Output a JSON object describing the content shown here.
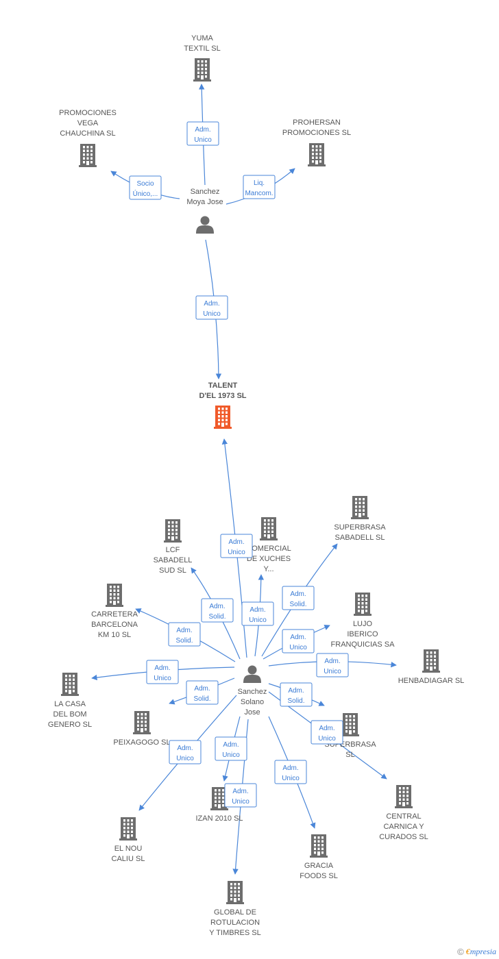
{
  "colors": {
    "company": "#6d6d6d",
    "focus": "#f05a2a",
    "person": "#6d6d6d",
    "edge": "#4a86d8",
    "edge_label": "#3a7bd5"
  },
  "nodes": [
    {
      "id": "yuma",
      "type": "company",
      "lines": [
        "YUMA",
        "TEXTIL SL"
      ]
    },
    {
      "id": "promociones_vega",
      "type": "company",
      "lines": [
        "PROMOCIONES",
        "VEGA",
        "CHAUCHINA SL"
      ]
    },
    {
      "id": "prohersan",
      "type": "company",
      "lines": [
        "PROHERSAN",
        "PROMOCIONES SL"
      ]
    },
    {
      "id": "sanchez_moya",
      "type": "person",
      "lines": [
        "Sanchez",
        "Moya Jose"
      ]
    },
    {
      "id": "talent",
      "type": "focus",
      "lines": [
        "TALENT",
        "D'EL 1973 SL"
      ]
    },
    {
      "id": "lcf",
      "type": "company",
      "lines": [
        "LCF",
        "SABADELL",
        "SUD SL"
      ]
    },
    {
      "id": "comercial",
      "type": "company",
      "lines": [
        "COMERCIAL",
        "DE XUCHES",
        "Y..."
      ]
    },
    {
      "id": "superbrasa_sabadell",
      "type": "company",
      "lines": [
        "SUPERBRASA",
        "SABADELL SL"
      ]
    },
    {
      "id": "carretera",
      "type": "company",
      "lines": [
        "CARRETERA",
        "BARCELONA",
        "KM 10 SL"
      ]
    },
    {
      "id": "lujo",
      "type": "company",
      "lines": [
        "LUJO",
        "IBERICO",
        "FRANQUICIAS SA"
      ]
    },
    {
      "id": "henbadiagar",
      "type": "company",
      "lines": [
        "HENBADIAGAR SL"
      ]
    },
    {
      "id": "la_casa",
      "type": "company",
      "lines": [
        "LA CASA",
        "DEL BOM",
        "GENERO SL"
      ]
    },
    {
      "id": "sanchez_solano",
      "type": "person",
      "lines": [
        "Sanchez",
        "Solano",
        "Jose"
      ]
    },
    {
      "id": "peixagogo",
      "type": "company",
      "lines": [
        "PEIXAGOGO SL"
      ]
    },
    {
      "id": "superbrasa",
      "type": "company",
      "lines": [
        "SUPERBRASA",
        "SL"
      ]
    },
    {
      "id": "central",
      "type": "company",
      "lines": [
        "CENTRAL",
        "CARNICA Y",
        "CURADOS SL"
      ]
    },
    {
      "id": "izan",
      "type": "company",
      "lines": [
        "IZAN 2010 SL"
      ]
    },
    {
      "id": "el_nou",
      "type": "company",
      "lines": [
        "EL NOU",
        "CALIU SL"
      ]
    },
    {
      "id": "gracia",
      "type": "company",
      "lines": [
        "GRACIA",
        "FOODS SL"
      ]
    },
    {
      "id": "global",
      "type": "company",
      "lines": [
        "GLOBAL DE",
        "ROTULACION",
        "Y TIMBRES SL"
      ]
    }
  ],
  "edges": [
    {
      "from": "sanchez_moya",
      "to": "yuma",
      "label": [
        "Adm.",
        "Unico"
      ]
    },
    {
      "from": "sanchez_moya",
      "to": "promociones_vega",
      "label": [
        "Socio",
        "Único,..."
      ]
    },
    {
      "from": "sanchez_moya",
      "to": "prohersan",
      "label": [
        "Liq.",
        "Mancom."
      ]
    },
    {
      "from": "sanchez_moya",
      "to": "talent",
      "label": [
        "Adm.",
        "Unico"
      ]
    },
    {
      "from": "sanchez_solano",
      "to": "talent",
      "label": [
        "Adm.",
        "Unico"
      ]
    },
    {
      "from": "sanchez_solano",
      "to": "lcf",
      "label": [
        "Adm.",
        "Solid."
      ]
    },
    {
      "from": "sanchez_solano",
      "to": "comercial",
      "label": [
        "Adm.",
        "Unico"
      ]
    },
    {
      "from": "sanchez_solano",
      "to": "superbrasa_sabadell",
      "label": [
        "Adm.",
        "Solid."
      ]
    },
    {
      "from": "sanchez_solano",
      "to": "carretera",
      "label": [
        "Adm.",
        "Solid."
      ]
    },
    {
      "from": "sanchez_solano",
      "to": "lujo",
      "label": [
        "Adm.",
        "Unico"
      ]
    },
    {
      "from": "sanchez_solano",
      "to": "henbadiagar",
      "label": [
        "Adm.",
        "Unico"
      ]
    },
    {
      "from": "sanchez_solano",
      "to": "la_casa",
      "label": [
        "Adm.",
        "Unico"
      ]
    },
    {
      "from": "sanchez_solano",
      "to": "peixagogo",
      "label": [
        "Adm.",
        "Solid."
      ]
    },
    {
      "from": "sanchez_solano",
      "to": "superbrasa",
      "label": [
        "Adm.",
        "Solid."
      ]
    },
    {
      "from": "sanchez_solano",
      "to": "central",
      "label": [
        "Adm.",
        "Unico"
      ]
    },
    {
      "from": "sanchez_solano",
      "to": "el_nou",
      "label": [
        "Adm.",
        "Unico"
      ]
    },
    {
      "from": "sanchez_solano",
      "to": "izan",
      "label": [
        "Adm.",
        "Unico"
      ]
    },
    {
      "from": "sanchez_solano",
      "to": "gracia",
      "label": [
        "Adm.",
        "Unico"
      ]
    },
    {
      "from": "sanchez_solano",
      "to": "global",
      "label": [
        "Adm.",
        "Unico"
      ]
    }
  ],
  "footer": {
    "copyright_symbol": "©",
    "brand_initial": "€",
    "brand_rest": "mpresia"
  }
}
